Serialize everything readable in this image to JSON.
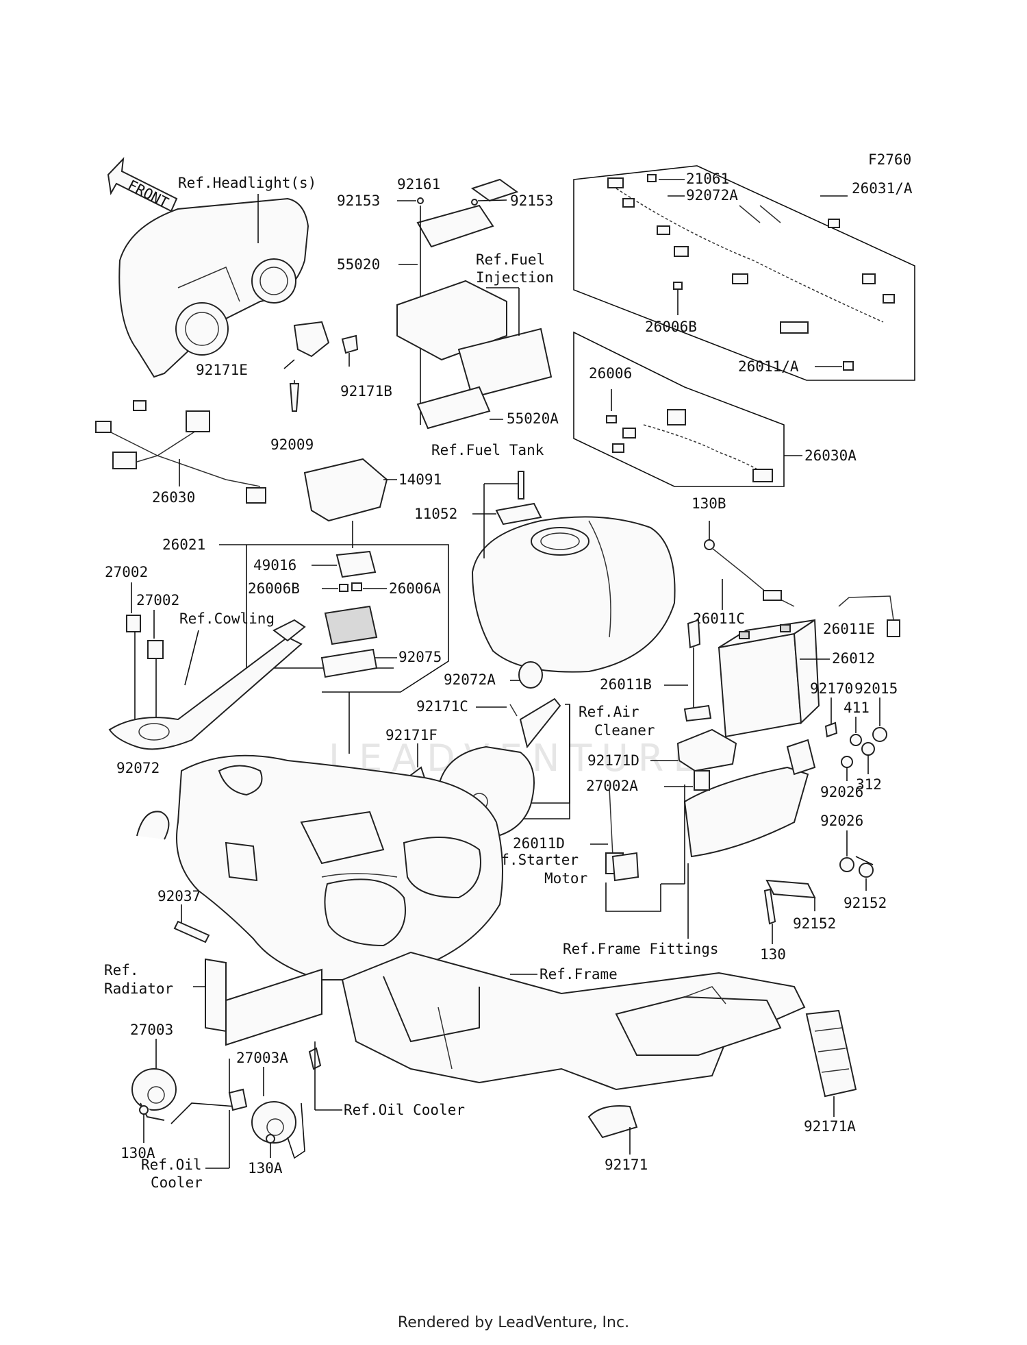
{
  "figure_code": "F2760",
  "watermark": "LEADVENTURE",
  "front_arrow": "FRONT",
  "footer": "Rendered by LeadVenture, Inc.",
  "labels": {
    "ref_headlight": "Ref.Headlight(s)",
    "p92161": "92161",
    "p92153a": "92153",
    "p92153b": "92153",
    "p55020": "55020",
    "ref_fuel_inj_1": "Ref.Fuel",
    "ref_fuel_inj_2": "Injection",
    "p55020a": "55020A",
    "p92171e": "92171E",
    "p92171b": "92171B",
    "p92009": "92009",
    "p21061": "21061",
    "p92072a_top": "92072A",
    "p26031a": "26031/A",
    "p26006b_top": "26006B",
    "p26011a": "26011/A",
    "p26006": "26006",
    "p26030a": "26030A",
    "p26030": "26030",
    "p14091": "14091",
    "ref_fuel_tank": "Ref.Fuel Tank",
    "p11052": "11052",
    "p130b": "130B",
    "p26021": "26021",
    "p49016": "49016",
    "p26006b": "26006B",
    "p26006a": "26006A",
    "p27002a_l": "27002",
    "p27002b_l": "27002",
    "ref_cowling": "Ref.Cowling",
    "p92075": "92075",
    "p26011c": "26011C",
    "p26011e": "26011E",
    "p26012": "26012",
    "p92072a_mid": "92072A",
    "p92171c": "92171C",
    "ref_air_1": "Ref.Air",
    "ref_air_2": "Cleaner",
    "p26011b": "26011B",
    "p92170": "92170",
    "p92015": "92015",
    "p411": "411",
    "p312": "312",
    "p92171f": "92171F",
    "p92072": "92072",
    "p92171d": "92171D",
    "p27002a": "27002A",
    "p92026a": "92026",
    "p92026b": "92026",
    "p26011d": "26011D",
    "ref_starter_1": "Ref.Starter",
    "ref_starter_2": "Motor",
    "p92152a": "92152",
    "p92152b": "92152",
    "p92037": "92037",
    "ref_frame_fittings": "Ref.Frame Fittings",
    "p130": "130",
    "ref_radiator_1": "Ref.",
    "ref_radiator_2": "Radiator",
    "ref_frame": "Ref.Frame",
    "p27003": "27003",
    "p27003a": "27003A",
    "ref_oil_cooler_r": "Ref.Oil Cooler",
    "p130a_l": "130A",
    "p130a_r": "130A",
    "ref_oil_cooler_l1": "Ref.Oil",
    "ref_oil_cooler_l2": "Cooler",
    "p92171": "92171",
    "p92171a": "92171A"
  }
}
